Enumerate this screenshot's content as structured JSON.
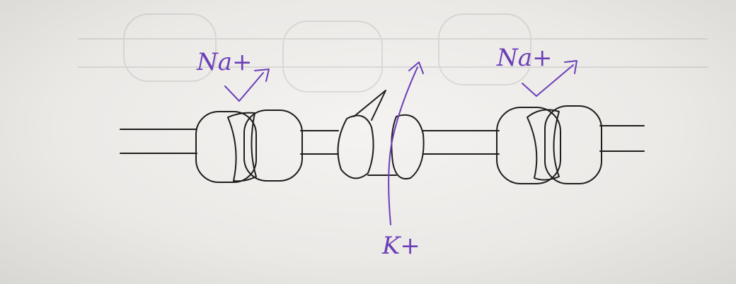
{
  "labels": {
    "left_ion": "Na+",
    "right_ion": "Na+",
    "center_ion": "K+"
  },
  "colors": {
    "ink": "#1e1e1e",
    "annotation": "#6b3fb8",
    "paper": "#ebe9e6"
  }
}
